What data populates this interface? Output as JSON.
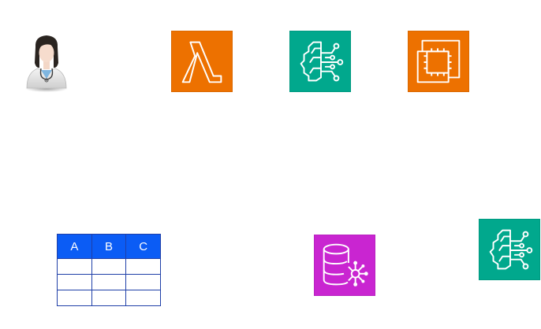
{
  "colors": {
    "lambda_orange": "#ED7100",
    "ec2_orange": "#ED7100",
    "bedrock_teal": "#01A88D",
    "kb_magenta": "#C925D1",
    "table_header_blue": "#0B5CF5",
    "table_border": "#1F3FA8"
  },
  "icons": {
    "user": "doctor-avatar-icon",
    "function": "aws-lambda-icon",
    "model_top": "amazon-bedrock-icon",
    "compute": "amazon-ec2-icon",
    "knowledge_base": "bedrock-knowledge-base-icon",
    "model_right": "amazon-bedrock-icon"
  },
  "table": {
    "headers": [
      "A",
      "B",
      "C"
    ],
    "rows": [
      [
        "",
        "",
        ""
      ],
      [
        "",
        "",
        ""
      ],
      [
        "",
        "",
        ""
      ]
    ]
  }
}
